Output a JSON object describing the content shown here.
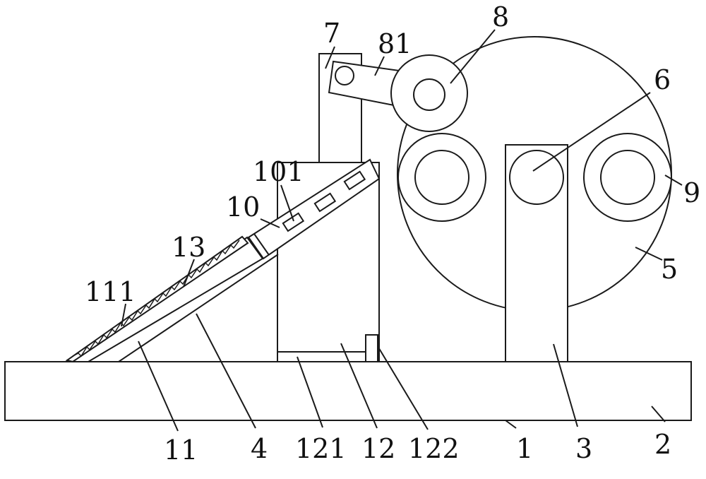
{
  "labels": {
    "l1": "1",
    "l2": "2",
    "l3": "3",
    "l4": "4",
    "l5": "5",
    "l6": "6",
    "l7": "7",
    "l8": "8",
    "l9": "9",
    "l10": "10",
    "l11": "11",
    "l12": "12",
    "l13": "13",
    "l81": "81",
    "l101": "101",
    "l111": "111",
    "l121": "121",
    "l122": "122"
  }
}
